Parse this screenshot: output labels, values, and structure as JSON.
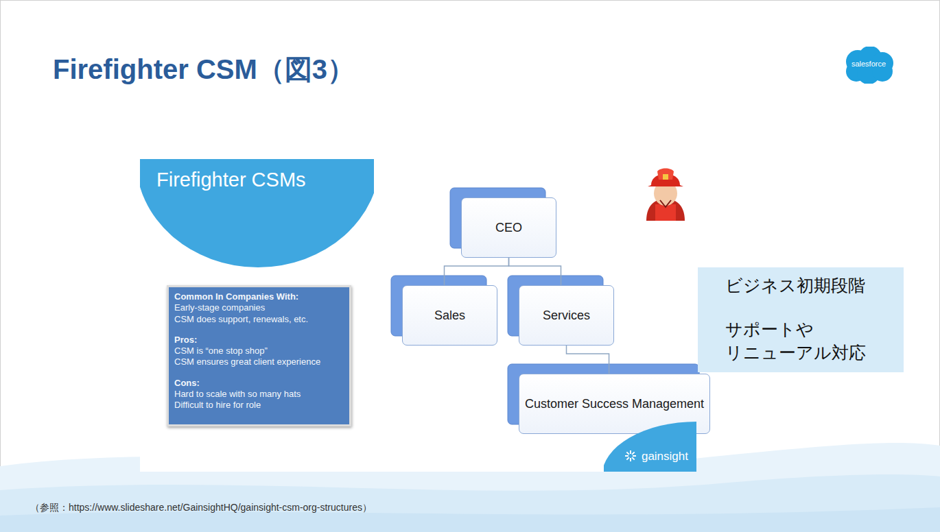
{
  "diagram": {
    "title": "Firefighter CSM（図3）",
    "caption": "（参照：https://www.slideshare.net/GainsightHQ/gainsight-csm-org-structures）",
    "nodes": [
      {
        "text": [
          "salesforce"
        ]
      },
      {
        "text": [
          "Firefighter CSMs"
        ]
      },
      {
        "text": [
          "CEO"
        ]
      },
      {
        "text": [
          "Sales"
        ]
      },
      {
        "text": [
          "Services"
        ]
      },
      {
        "text": [
          "Common In Companies With:",
          "Early-stage companies",
          "CSM does support, renewals, etc.",
          "Pros:",
          "CSM is “one stop shop”",
          "CSM ensures great client experience",
          "Cons:",
          "Hard to scale with so many hats",
          "Difficult to hire for role"
        ]
      },
      {
        "text": [
          "Customer Success Management"
        ]
      },
      {
        "text": [
          "ビジネス初期段階",
          "サポートや リニューアル対応"
        ]
      },
      {
        "text": [
          "gainsight"
        ]
      }
    ],
    "edges": [
      {
        "from": 2,
        "to": 3,
        "arrow": "none"
      },
      {
        "from": 2,
        "to": 4,
        "arrow": "none"
      },
      {
        "from": 4,
        "to": 6,
        "arrow": "none"
      }
    ]
  }
}
